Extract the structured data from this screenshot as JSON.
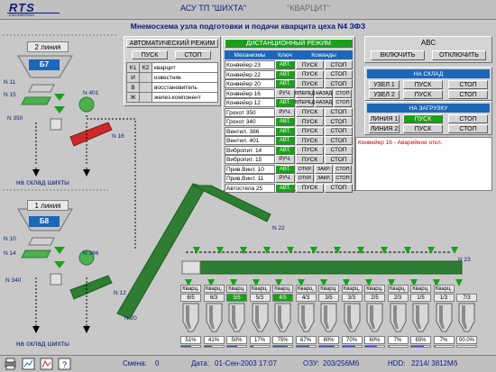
{
  "header": {
    "logo": "RTS",
    "logo_sub": "ENGINEERING",
    "app_title": "АСУ ТП \"ШИХТА\"",
    "mode_title": "\"КВАРЦИТ\""
  },
  "subtitle": "Мнемосхема узла подготовки и подачи кварцита цеха N4 ЗФЗ",
  "line2": {
    "tag": "2 линия",
    "bin": "Б7",
    "n11": "N 11",
    "n15": "N 15",
    "n350": "N 350",
    "n401": "N 401",
    "n16": "N 16",
    "dest": "на склад шихты"
  },
  "line1": {
    "tag": "1 линия",
    "bin": "Б8",
    "n10": "N 10",
    "n14": "N 14",
    "n386": "N 386",
    "n340": "N 340",
    "n12": "N 12",
    "n20": "N 20",
    "dest": "на склад шихты"
  },
  "n22": "N 22",
  "n23": "N 23",
  "mode_panel": {
    "auto": "АВТОМАТИЧЕСКИЙ РЕЖИМ",
    "start": "ПУСК",
    "stop": "СТОП",
    "rows": [
      {
        "k1": "К1",
        "k2": "К2",
        "name": "кварцит"
      },
      {
        "k1": "И",
        "k2": "",
        "name": "известняк"
      },
      {
        "k1": "В",
        "k2": "",
        "name": "восстановитель"
      },
      {
        "k1": "Ж",
        "k2": "",
        "name": "желез.компонент"
      }
    ]
  },
  "dist_panel": {
    "title": "ДИСТАНЦИОННЫЙ РЕЖИМ",
    "h_mech": "Механизмы",
    "h_key": "Ключ",
    "h_cmd": "Команды",
    "rows": [
      {
        "name": "Конвейер 23",
        "key": "АВТ.",
        "c1": "ПУСК",
        "c2": "СТОП"
      },
      {
        "name": "Конвейер 22",
        "key": "АВТ.",
        "c1": "ПУСК",
        "c2": "СТОП"
      },
      {
        "name": "Конвейер 20",
        "key": "АВТ.",
        "c1": "ПУСК",
        "c2": "СТОП"
      },
      {
        "name": "Конвейер 16",
        "key": "РУЧ.",
        "c1": "ВПЕРЕД",
        "c2": "НАЗАД",
        "c3": "СТОП"
      },
      {
        "name": "Конвейер 12",
        "key": "АВТ.",
        "c1": "ВПЕРЕД",
        "c2": "НАЗАД",
        "c3": "СТОП"
      },
      {
        "name": "Грохот 350",
        "key": "РУЧ.",
        "c1": "ПУСК",
        "c2": "СТОП"
      },
      {
        "name": "Грохот 340",
        "key": "АВТ.",
        "c1": "ПУСК",
        "c2": "СТОП"
      },
      {
        "name": "Вентил. 386",
        "key": "АВТ.",
        "c1": "ПУСК",
        "c2": "СТОП"
      },
      {
        "name": "Вентил. 401",
        "key": "АВТ.",
        "c1": "ПУСК",
        "c2": "СТОП"
      },
      {
        "name": "Вибропит. 14",
        "key": "АВТ.",
        "c1": "ПУСК",
        "c2": "СТОП"
      },
      {
        "name": "Вибропит. 15",
        "key": "РУЧ.",
        "c1": "ПУСК",
        "c2": "СТОП"
      },
      {
        "name": "Прив.Винт. 10",
        "key": "АВТ.",
        "c1": "ОТКР.",
        "c2": "ЗАКР.",
        "c3": "СТОП"
      },
      {
        "name": "Прив.Винт. 11",
        "key": "РУЧ.",
        "c1": "ОТКР.",
        "c2": "ЗАКР.",
        "c3": "СТОП"
      },
      {
        "name": "Автостела 25",
        "key": "АВТ.",
        "c1": "ПУСК",
        "c2": "СТОП"
      }
    ]
  },
  "abc_panel": {
    "title": "АВС",
    "on": "ВКЛЮЧИТЬ",
    "off": "ОТКЛЮЧИТЬ"
  },
  "sklad_panel": {
    "title": "НА СКЛАД",
    "rows": [
      {
        "name": "УЗЕЛ 1",
        "start": "ПУСК",
        "stop": "СТОП"
      },
      {
        "name": "УЗЕЛ 2",
        "start": "ПУСК",
        "stop": "СТОП"
      }
    ]
  },
  "load_panel": {
    "title": "НА ЗАГРУЗКУ",
    "rows": [
      {
        "name": "ЛИНИЯ 1",
        "start": "ПУСК",
        "stop": "СТОП"
      },
      {
        "name": "ЛИНИЯ 2",
        "start": "ПУСК",
        "stop": "СТОП"
      }
    ]
  },
  "alarm": "Конвейер 16 - Аварийное откл.",
  "hoppers": [
    {
      "label": "Кварц.",
      "ratio": "6/5",
      "pct": "51%",
      "active": false
    },
    {
      "label": "Кварц.",
      "ratio": "6/3",
      "pct": "41%",
      "active": false
    },
    {
      "label": "Кварц.",
      "ratio": "5/5",
      "pct": "50%",
      "active": true
    },
    {
      "label": "Кварц.",
      "ratio": "5/3",
      "pct": "17%",
      "active": false
    },
    {
      "label": "Кварц.",
      "ratio": "4/5",
      "pct": "75%",
      "active": true
    },
    {
      "label": "Кварц.",
      "ratio": "4/3",
      "pct": "67%",
      "active": false
    },
    {
      "label": "Кварц.",
      "ratio": "3/5",
      "pct": "80%",
      "active": false
    },
    {
      "label": "Кварц.",
      "ratio": "3/3",
      "pct": "70%",
      "active": false
    },
    {
      "label": "Кварц.",
      "ratio": "2/5",
      "pct": "60%",
      "active": false
    },
    {
      "label": "Кварц.",
      "ratio": "2/3",
      "pct": "7%",
      "active": false
    },
    {
      "label": "Кварц.",
      "ratio": "1/5",
      "pct": "65%",
      "active": false
    },
    {
      "label": "Кварц.",
      "ratio": "1/3",
      "pct": "7%",
      "active": false
    },
    {
      "label": "",
      "ratio": "7/3",
      "pct": "00.0%",
      "active": false
    }
  ],
  "status": {
    "shift_label": "Смена:",
    "shift": "0",
    "date_label": "Дата:",
    "date": "01-Сен-2003 17:07",
    "ram_label": "ОЗУ:",
    "ram": "203/256Мб",
    "hdd_label": "HDD:",
    "hdd": "2214/ 3812Мб"
  },
  "colors": {
    "accent": "#1d67b8",
    "active": "#1aa01a",
    "alarm": "#c00000",
    "conveyor": "#2e7d32",
    "conveyor_alarm": "#cc2a2a"
  }
}
